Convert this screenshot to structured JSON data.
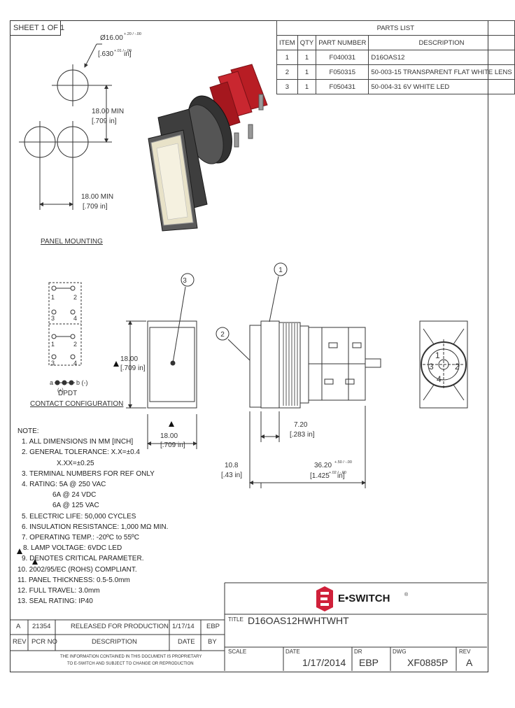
{
  "sheet": "SHEET 1 OF 1",
  "parts_list": {
    "title": "PARTS LIST",
    "headers": [
      "ITEM",
      "QTY",
      "PART NUMBER",
      "DESCRIPTION"
    ],
    "rows": [
      [
        "1",
        "1",
        "F040031",
        "D16OAS12"
      ],
      [
        "2",
        "1",
        "F050315",
        "50-003-15 TRANSPARENT FLAT WHITE LENS"
      ],
      [
        "3",
        "1",
        "F050431",
        "50-004-31 6V WHITE LED"
      ]
    ]
  },
  "panel_mounting": {
    "dia": "Ø16.00",
    "dia_tol": "+.20 / -.00",
    "dia_in": "[.630",
    "dia_in_tol": "+.01 / -.00",
    "dia_in_close": "in]",
    "v_dim": "18.00 MIN",
    "v_dim_in": "[.709 in]",
    "h_dim": "18.00 MIN",
    "h_dim_in": "[.709 in]",
    "label": "PANEL MOUNTING"
  },
  "contact": {
    "terminals": [
      "1",
      "2",
      "3",
      "4",
      "1",
      "2",
      "3",
      "4"
    ],
    "a": "a",
    "b": "b (-)",
    "plus": "(+)",
    "label1": "DPDT",
    "label2": "CONTACT CONFIGURATION"
  },
  "notes": {
    "title": "NOTE:",
    "items": [
      "1. ALL DIMENSIONS IN MM [INCH]",
      "2. GENERAL TOLERANCE: X.X=±0.4",
      "X.XX=±0.25",
      "3. TERMINAL NUMBERS FOR REF ONLY",
      "4. RATING: 5A @ 250 VAC",
      "6A @ 24 VDC",
      "6A @ 125 VAC",
      "5. ELECTRIC LIFE: 50,000 CYCLES",
      "6. INSULATION RESISTANCE: 1,000 MΩ MIN.",
      "7. OPERATING TEMP.: -20ºC to 55ºC",
      "8. LAMP VOLTAGE: 6VDC LED",
      "9.   DENOTES CRITICAL PARAMETER.",
      "10. 2002/95/EC (ROHS) COMPLIANT.",
      "11. PANEL THICKNESS: 0.5-5.0mm",
      "12. FULL TRAVEL: 3.0mm",
      "13. SEAL RATING: IP40"
    ]
  },
  "front_view": {
    "balloon": "3",
    "height": "18.00",
    "height_in": "[.709 in]",
    "width": "18.00",
    "width_in": "[.709 in]"
  },
  "side_view": {
    "balloon1": "1",
    "balloon2": "2",
    "dim1": "7.20",
    "dim1_in": "[.283 in]",
    "dim2": "10.8",
    "dim2_in": "[.43 in]",
    "dim3": "36.20",
    "dim3_tol": "+.50 / -.00",
    "dim3_in": "[1.425",
    "dim3_in_tol": "+.02 / -.00",
    "dim3_in_close": "in]"
  },
  "rear_view": {
    "terms": [
      "3",
      "1",
      "4",
      "2"
    ]
  },
  "revisions": {
    "rows": [
      [
        "A",
        "21354",
        "RELEASED FOR PRODUCTION",
        "1/17/14",
        "EBP"
      ],
      [
        "REV",
        "PCR NO",
        "DESCRIPTION",
        "DATE",
        "BY"
      ]
    ],
    "confidential1": "THE INFORMATION CONTAINED IN THIS DOCUMENT IS PROPRIETARY",
    "confidential2": "TO E-SWITCH AND SUBJECT TO CHANGE OR REPRODUCTION"
  },
  "title_block": {
    "brand": "E•SWITCH",
    "brand_reg": "®",
    "title_label": "TITLE",
    "title": "D16OAS12HWHTWHT",
    "scale_label": "SCALE",
    "scale": "",
    "date_label": "DATE",
    "date": "1/17/2014",
    "dr_label": "DR",
    "dr": "EBP",
    "dwg_label": "DWG",
    "dwg": "XF0885P",
    "rev_label": "REV",
    "rev": "A"
  },
  "colors": {
    "accent": "#d0203a",
    "line": "#333333",
    "housing": "#444444",
    "red_part": "#b81d24"
  }
}
